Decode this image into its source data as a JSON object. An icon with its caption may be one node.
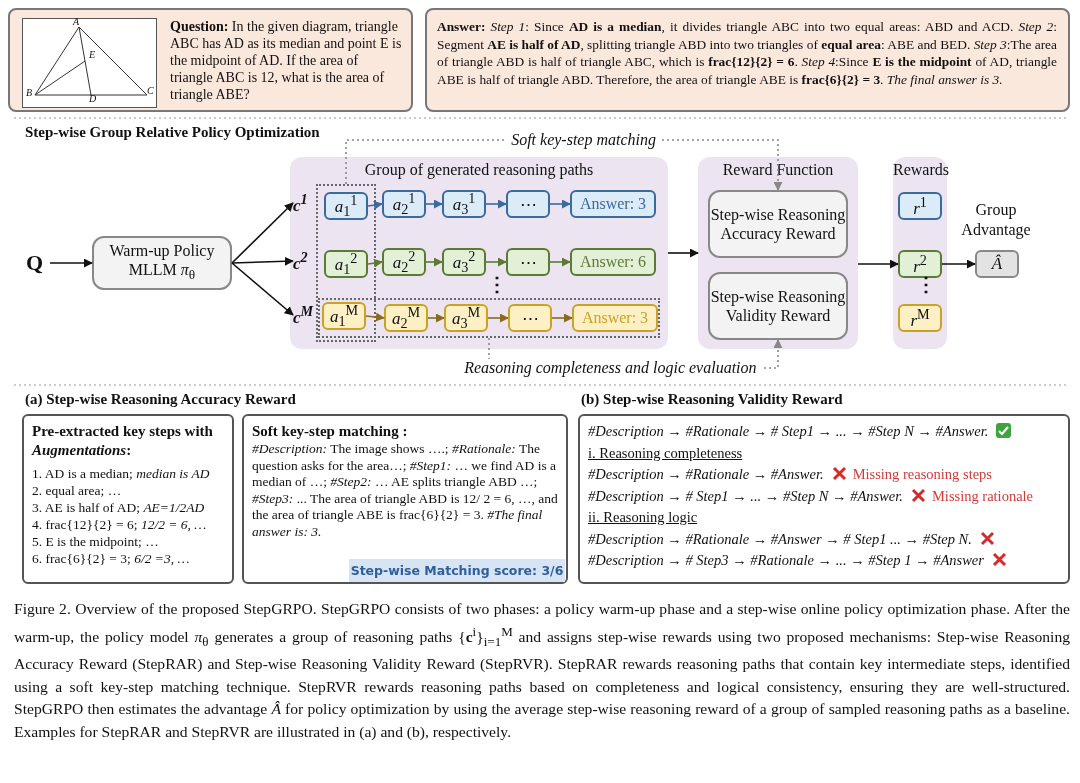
{
  "diagram": {
    "caption": "Figure 2.  Overview of the proposed StepGRPO. StepGRPO consists of two phases: a policy warm-up phase and a step-wise online policy optimization phase. After the warm-up, the policy model *π*$_{θ}$ generates a group of reasoning paths {**c**$^{i}$}$_{i=1}$$^{M}$ and assigns step-wise rewards using two proposed mechanisms: Step-wise Reasoning Accuracy Reward (StepRAR) and Step-wise Reasoning Validity Reward (StepRVR). StepRAR rewards reasoning paths that contain key intermediate steps, identified using a soft key-step matching technique. StepRVR rewards reasoning paths based on completeness and logical consistency, ensuring they are well-structured.  StepGRPO then estimates the advantage *Â* for policy optimization by using the average step-wise reasoning reward of a group of sampled reasoning paths as a baseline. Examples for StepRAR and StepRVR are illustrated in (a) and (b), respectively.",
    "nodes": [
      {
        "text": [
          "**Question:** In the given diagram, triangle ABC has AD as its median and point E is the midpoint of AD. If the area of triangle ABC is 12, what is the area of triangle ABE?"
        ]
      },
      {
        "text": [
          "A",
          "E",
          "B",
          "D",
          "C"
        ],
        "in": 0
      },
      {
        "text": [
          "**Answer:** *Step 1*:  Since **AD is a median**, it divides triangle ABC into two equal areas: ABD and ACD. *Step 2*: Segment **AE is half of AD**, splitting triangle ABD into two triangles of **equal area**: ABE and BED. *Step 3*:The area of triangle ABD is half of triangle ABC, which is **frac{12}{2} = 6**. *Step 4*:Since **E is the midpoint** of AD, triangle ABE is half of triangle ABD. Therefore, the area of triangle ABE is **frac{6}{2} = 3**. *The final answer is 3.*"
        ]
      },
      {
        "text": [
          "Q"
        ]
      },
      {
        "text": [
          "Warm-up Policy MLLM *π*$_{θ}$"
        ]
      },
      {
        "text": [
          "Group of generated reasoning paths"
        ]
      },
      {
        "text": [
          "c$^{1}$"
        ],
        "in": 5
      },
      {
        "text": [
          "*a*$_{1}$$^{1}$"
        ],
        "in": 24
      },
      {
        "text": [
          "*a*$_{2}$$^{1}$"
        ],
        "in": 5
      },
      {
        "text": [
          "*a*$_{3}$$^{1}$"
        ],
        "in": 5
      },
      {
        "text": [
          "⋯"
        ],
        "in": 5
      },
      {
        "text": [
          "Answer: 3"
        ],
        "in": 5
      },
      {
        "text": [
          "c$^{2}$"
        ],
        "in": 5
      },
      {
        "text": [
          "*a*$_{1}$$^{2}$"
        ],
        "in": 24
      },
      {
        "text": [
          "*a*$_{2}$$^{2}$"
        ],
        "in": 5
      },
      {
        "text": [
          "*a*$_{3}$$^{2}$"
        ],
        "in": 5
      },
      {
        "text": [
          "⋯"
        ],
        "in": 5
      },
      {
        "text": [
          "Answer: 6"
        ],
        "in": 5
      },
      {
        "text": [
          "c$^{M}$"
        ],
        "in": 5
      },
      {
        "text": [
          "*a*$_{1}$$^{M}$"
        ]
      },
      {
        "text": [
          "*a*$_{2}$$^{M}$"
        ],
        "in": 25
      },
      {
        "text": [
          "*a*$_{3}$$^{M}$"
        ],
        "in": 25
      },
      {
        "text": [
          "⋯"
        ],
        "in": 25
      },
      {
        "text": [
          "Answer: 3"
        ],
        "in": 25
      },
      {
        "text": [],
        "shape": "box",
        "in": 5
      },
      {
        "text": [],
        "shape": "box",
        "in": 5
      },
      {
        "text": [
          "Reward Function"
        ]
      },
      {
        "text": [
          "Step-wise Reasoning Accuracy Reward"
        ],
        "in": 26
      },
      {
        "text": [
          "Step-wise Reasoning Validity Reward"
        ],
        "in": 26
      },
      {
        "text": [
          "Rewards"
        ]
      },
      {
        "text": [
          "*r*$^{1}$"
        ],
        "in": 29
      },
      {
        "text": [
          "*r*$^{2}$"
        ],
        "in": 29
      },
      {
        "text": [
          "*r*$^{M}$"
        ],
        "in": 29
      },
      {
        "text": [
          "Group Advantage",
          "*Â*"
        ]
      },
      {
        "text": [
          "Pre-extracted key steps with *Augmentations*:",
          "1. AD is a median; *median is AD*",
          "2. equal area; …",
          "3. AE is half of AD; *AE=1/2AD*",
          "4. frac{12}{2} = 6; *12/2 = 6, …*",
          "5. E is the midpoint; …",
          "6. frac{6}{2} = 3; *6/2 =3, …*"
        ]
      },
      {
        "text": [
          "Soft key-step matching :",
          "*#Description:* The image shows ….; *#Rationale:* The question asks for the area…; *#Step1:* … we find AD is a median of  …; *#Step2:* … AE splits triangle ABD …; *#Step3:* ... The area of triangle ABD is 12/ 2 = 6, …, and the area of triangle ABE is frac{6}{2} = 3.  *#The final answer is: 3.*"
        ]
      },
      {
        "text": [
          "Step-wise Matching score: 3/6"
        ],
        "in": 35
      },
      {
        "text": [
          "#Description → #Rationale → # Step1 → ... → #Step N → #Answer.",
          "i. Reasoning completeness",
          "#Description → #Rationale → #Answer.",
          "Missing reasoning steps",
          "#Description → # Step1 → ... → #Step N → #Answer.",
          "Missing rationale",
          "ii. Reasoning logic",
          "#Description → #Rationale → #Answer  → # Step1 ... → #Step N.",
          "#Description → # Step3 → #Rationale → ... → #Step 1 → #Answer"
        ]
      }
    ],
    "edges": [
      {
        "from": 3,
        "to": 4,
        "arrow": "to"
      },
      {
        "from": 4,
        "to": 6,
        "arrow": "to"
      },
      {
        "from": 4,
        "to": 12,
        "arrow": "to"
      },
      {
        "from": 4,
        "to": 18,
        "arrow": "to"
      },
      {
        "from": 7,
        "to": 8,
        "arrow": "to",
        "color": "#3b6a9c"
      },
      {
        "from": 8,
        "to": 9,
        "arrow": "to",
        "color": "#3b6a9c"
      },
      {
        "from": 9,
        "to": 10,
        "arrow": "to",
        "color": "#3b6a9c"
      },
      {
        "from": 10,
        "to": 11,
        "arrow": "to",
        "color": "#3b6a9c"
      },
      {
        "from": 13,
        "to": 14,
        "arrow": "to",
        "color": "#5d7a35"
      },
      {
        "from": 14,
        "to": 15,
        "arrow": "to",
        "color": "#5d7a35"
      },
      {
        "from": 15,
        "to": 16,
        "arrow": "to",
        "color": "#5d7a35"
      },
      {
        "from": 16,
        "to": 17,
        "arrow": "to",
        "color": "#5d7a35"
      },
      {
        "from": 19,
        "to": 20,
        "arrow": "to",
        "color": "#8a6a1c"
      },
      {
        "from": 20,
        "to": 21,
        "arrow": "to",
        "color": "#8a6a1c"
      },
      {
        "from": 21,
        "to": 22,
        "arrow": "to",
        "color": "#8a6a1c"
      },
      {
        "from": 22,
        "to": 23,
        "arrow": "to",
        "color": "#8a6a1c"
      },
      {
        "from": 5,
        "to": 26,
        "arrow": "to"
      },
      {
        "from": 26,
        "to": 31,
        "arrow": "to"
      },
      {
        "from": 31,
        "to": 33,
        "arrow": "to"
      },
      {
        "from": 24,
        "to": 27,
        "arrow": "to",
        "label": "Soft key-step matching",
        "style": "dashed",
        "color": "#888888"
      },
      {
        "from": 25,
        "to": 28,
        "arrow": "to",
        "label": "Reasoning completeness and logic evaluation",
        "style": "dashed",
        "color": "#888888"
      }
    ],
    "labels": [
      "Step-wise Group Relative Policy Optimization",
      "⋮",
      "⋮",
      "(a) Step-wise Reasoning Accuracy Reward",
      "(b) Step-wise Reasoning Validity Reward"
    ]
  }
}
